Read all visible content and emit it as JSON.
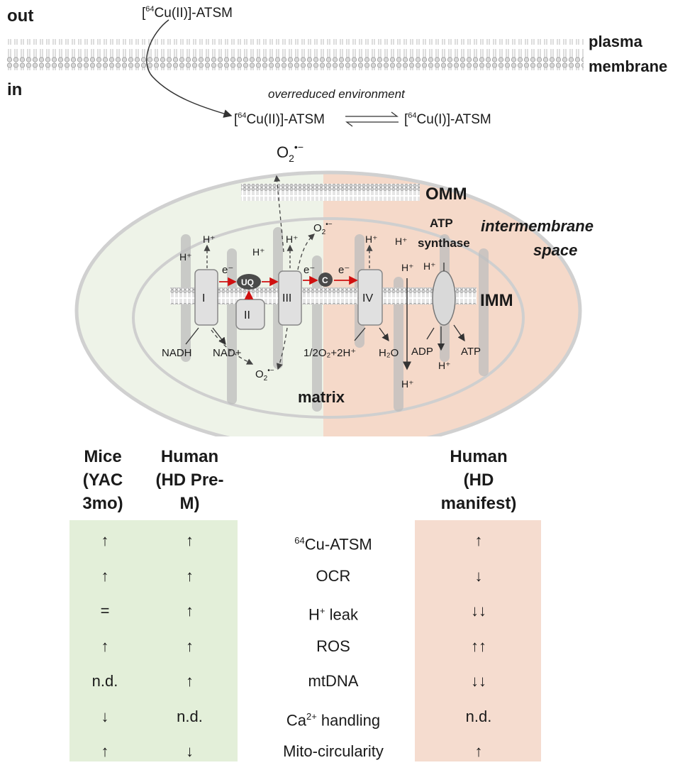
{
  "membrane": {
    "out": "out",
    "in": "in",
    "plasma_line1": "plasma",
    "plasma_line2": "membrane",
    "top_compound_sup": "64",
    "top_compound_pre": "[",
    "top_compound_post": "Cu(II)]-ATSM"
  },
  "reduction": {
    "environment": "overreduced environment",
    "left_sup": "64",
    "left_pre": "[",
    "left_post": "Cu(II)]-ATSM",
    "right_sup": "64",
    "right_pre": "[",
    "right_post": "Cu(I)]-ATSM"
  },
  "mito": {
    "superoxide_top": "O",
    "superoxide_sub": "2",
    "superoxide_sup": "•−",
    "omm": "OMM",
    "imm": "IMM",
    "intermembrane_1": "intermembrane",
    "intermembrane_2": "space",
    "matrix": "matrix",
    "atp_synthase_1": "ATP",
    "atp_synthase_2": "synthase",
    "complex_1": "I",
    "complex_2": "II",
    "complex_3": "III",
    "complex_4": "IV",
    "uq": "UQ",
    "cytc": "C",
    "electron": "e⁻",
    "proton": "H⁺",
    "nadh": "NADH",
    "nad": "NAD+",
    "o2_reaction": "1/2O₂+2H⁺",
    "water": "H₂O",
    "adp": "ADP",
    "atp": "ATP",
    "o2_small": "O",
    "o2_small_sub": "2",
    "o2_small_sup": "•−"
  },
  "colors": {
    "left_panel": "#e3efd9",
    "right_panel": "#f5dccf",
    "electron_arrow": "#d01010",
    "uq_fill": "#4a4a4a"
  },
  "table": {
    "headers": {
      "mice": [
        "Mice",
        "(YAC",
        "3mo)"
      ],
      "human_pre": [
        "Human",
        "(HD Pre-",
        "M)"
      ],
      "human_manifest": [
        "Human",
        "(HD",
        "manifest)"
      ]
    },
    "rows": [
      {
        "mice": "↑",
        "pre": "↑",
        "label_sup": "64",
        "label_pre": "",
        "label": "Cu-ATSM",
        "manifest": "↑"
      },
      {
        "mice": "↑",
        "pre": "↑",
        "label_sup": "",
        "label_pre": "",
        "label": "OCR",
        "manifest": "↓"
      },
      {
        "mice": "=",
        "pre": "↑",
        "label_sup": "+",
        "label_pre": "H",
        "label": " leak",
        "manifest": "↓↓"
      },
      {
        "mice": "↑",
        "pre": "↑",
        "label_sup": "",
        "label_pre": "",
        "label": "ROS",
        "manifest": "↑↑"
      },
      {
        "mice": "n.d.",
        "pre": "↑",
        "label_sup": "",
        "label_pre": "",
        "label": "mtDNA",
        "manifest": "↓↓"
      },
      {
        "mice": "↓",
        "pre": "n.d.",
        "label_sup": "2+",
        "label_pre": "Ca",
        "label": " handling",
        "manifest": "n.d."
      },
      {
        "mice": "↑",
        "pre": "↓",
        "label_sup": "",
        "label_pre": "",
        "label": "Mito-circularity",
        "manifest": "↑"
      }
    ]
  }
}
